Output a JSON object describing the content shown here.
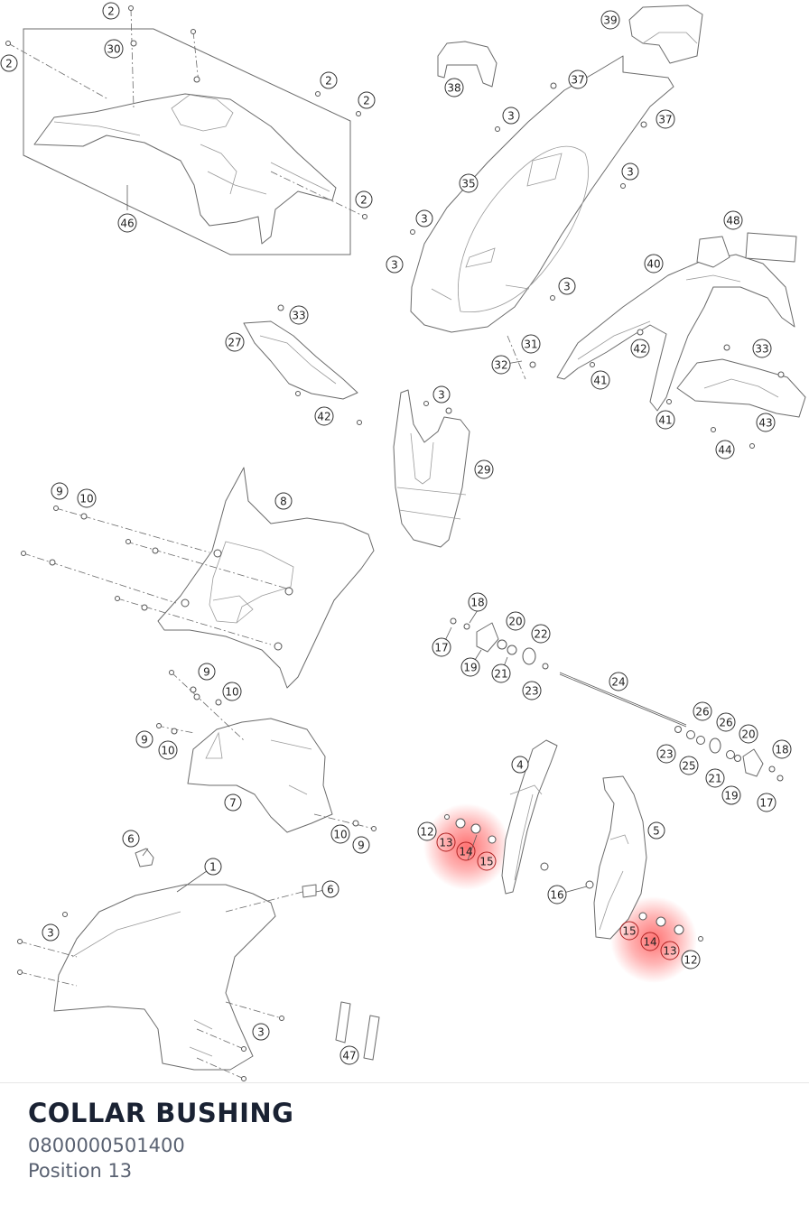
{
  "part": {
    "name": "COLLAR BUSHING",
    "number": "0800000501400",
    "position_label": "Position 13"
  },
  "diagram": {
    "highlight_color": "#ff5a5a",
    "highlighted_callout": "13",
    "callouts": [
      {
        "label": "2"
      },
      {
        "label": "30"
      },
      {
        "label": "2"
      },
      {
        "label": "2"
      },
      {
        "label": "2"
      },
      {
        "label": "2"
      },
      {
        "label": "46"
      },
      {
        "label": "39"
      },
      {
        "label": "38"
      },
      {
        "label": "37"
      },
      {
        "label": "37"
      },
      {
        "label": "3"
      },
      {
        "label": "3"
      },
      {
        "label": "35"
      },
      {
        "label": "3"
      },
      {
        "label": "3"
      },
      {
        "label": "3"
      },
      {
        "label": "48"
      },
      {
        "label": "40"
      },
      {
        "label": "42"
      },
      {
        "label": "33"
      },
      {
        "label": "41"
      },
      {
        "label": "41"
      },
      {
        "label": "43"
      },
      {
        "label": "44"
      },
      {
        "label": "31"
      },
      {
        "label": "32"
      },
      {
        "label": "33"
      },
      {
        "label": "27"
      },
      {
        "label": "42"
      },
      {
        "label": "3"
      },
      {
        "label": "29"
      },
      {
        "label": "9"
      },
      {
        "label": "10"
      },
      {
        "label": "8"
      },
      {
        "label": "18"
      },
      {
        "label": "20"
      },
      {
        "label": "22"
      },
      {
        "label": "17"
      },
      {
        "label": "19"
      },
      {
        "label": "21"
      },
      {
        "label": "23"
      },
      {
        "label": "24"
      },
      {
        "label": "9"
      },
      {
        "label": "10"
      },
      {
        "label": "9"
      },
      {
        "label": "10"
      },
      {
        "label": "7"
      },
      {
        "label": "10"
      },
      {
        "label": "9"
      },
      {
        "label": "26"
      },
      {
        "label": "26"
      },
      {
        "label": "20"
      },
      {
        "label": "18"
      },
      {
        "label": "23"
      },
      {
        "label": "25"
      },
      {
        "label": "21"
      },
      {
        "label": "19"
      },
      {
        "label": "17"
      },
      {
        "label": "4"
      },
      {
        "label": "5"
      },
      {
        "label": "12"
      },
      {
        "label": "13"
      },
      {
        "label": "14"
      },
      {
        "label": "15"
      },
      {
        "label": "16"
      },
      {
        "label": "15"
      },
      {
        "label": "14"
      },
      {
        "label": "13"
      },
      {
        "label": "12"
      },
      {
        "label": "6"
      },
      {
        "label": "1"
      },
      {
        "label": "6"
      },
      {
        "label": "3"
      },
      {
        "label": "3"
      },
      {
        "label": "47"
      }
    ]
  }
}
